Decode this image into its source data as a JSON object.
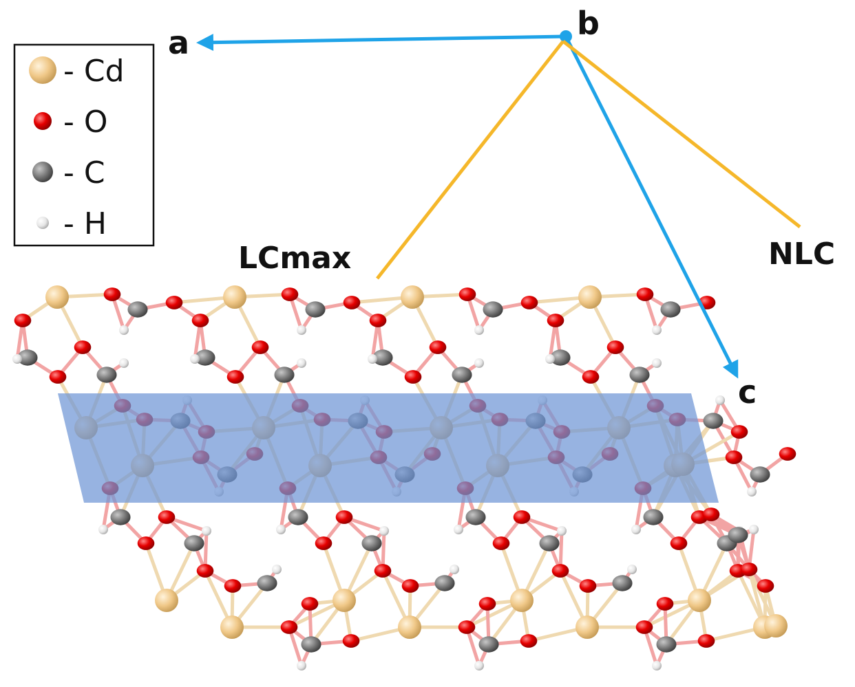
{
  "legend": {
    "items": [
      {
        "label": "- Cd",
        "color": "#f2c98a",
        "icon": "cd-atom-sphere"
      },
      {
        "label": "- O",
        "color": "#e40000",
        "icon": "oxygen-atom-sphere"
      },
      {
        "label": "- C",
        "color": "#808080",
        "icon": "carbon-atom-sphere"
      },
      {
        "label": "- H",
        "color": "#eeeeee",
        "icon": "hydrogen-atom-sphere"
      }
    ]
  },
  "axes": {
    "a": "a",
    "b": "b",
    "c": "c",
    "color": "#1fa3e8"
  },
  "directions": {
    "lcmax": "LCmax",
    "nlc": "NLC",
    "color": "#f5b72a"
  },
  "layer_highlight": {
    "color": "#6f95d6"
  },
  "atom_colors": {
    "cd": "#f2c98a",
    "o": "#e40000",
    "c": "#7a7a7a",
    "h": "#e8e8e8",
    "bond": "#f0a0a0"
  }
}
